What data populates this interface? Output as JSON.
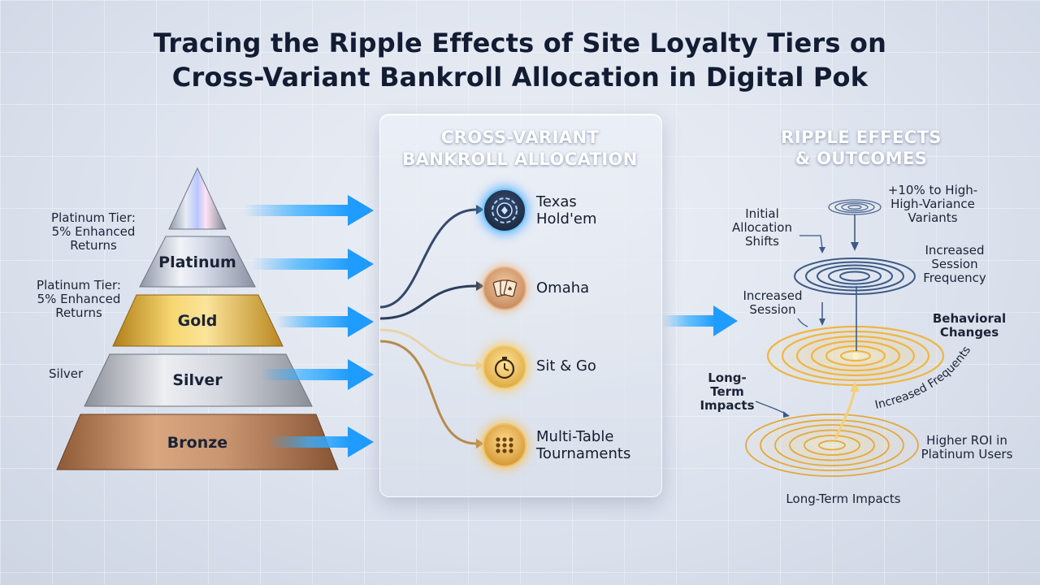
{
  "title_line1": "Tracing the Ripple Effects of Site Loyalty Tiers on",
  "title_line2": "Cross-Variant Bankroll Allocation in Digital Pok",
  "pyramid": {
    "tiers": [
      "Platinum",
      "Gold",
      "Silver",
      "Bronze"
    ],
    "side_labels": {
      "top_a": "Platinum Tier:",
      "top_b": "5% Enhanced",
      "top_c": "Returns",
      "mid_a": "Platinum Tier:",
      "mid_b": "5% Enhanced",
      "mid_c": "Returns",
      "silver": "Silver"
    }
  },
  "center_panel": {
    "title_line1": "CROSS-VARIANT",
    "title_line2": "BANKROLL ALLOCATION",
    "variants": [
      {
        "line1": "Texas",
        "line2": "Hold'em",
        "icon": "poker-chip-icon"
      },
      {
        "line1": "Omaha",
        "line2": "",
        "icon": "playing-cards-icon"
      },
      {
        "line1": "Sit & Go",
        "line2": "",
        "icon": "stopwatch-icon"
      },
      {
        "line1": "Multi-Table",
        "line2": "Tournaments",
        "icon": "tournament-grid-icon"
      }
    ]
  },
  "ripple": {
    "title_line1": "RIPPLE EFFECTS",
    "title_line2": "& OUTCOMES",
    "labels": {
      "initial_1": "Initial",
      "initial_2": "Allocation",
      "initial_3": "Shifts",
      "high_1": "+10% to High-",
      "high_2": "High-Variance",
      "high_3": "Variants",
      "freq_1": "Increased",
      "freq_2": "Session",
      "freq_3": "Frequency",
      "session_1": "Increased",
      "session_2": "Session",
      "behav_1": "Behavioral",
      "behav_2": "Changes",
      "lt_1": "Long-Term",
      "lt_2": "Impacts",
      "curved": "Increased Frequents",
      "roi_1": "Higher ROI in",
      "roi_2": "Platinum Users",
      "bottom": "Long-Term Impacts"
    }
  },
  "colors": {
    "arrow_blue": "#2aa8ff",
    "gold": "#e9b53a",
    "bronze": "#c08a62",
    "silver": "#c9ccd3",
    "ripple_blue": "#3c5a86",
    "ripple_gold": "#f0b744"
  }
}
